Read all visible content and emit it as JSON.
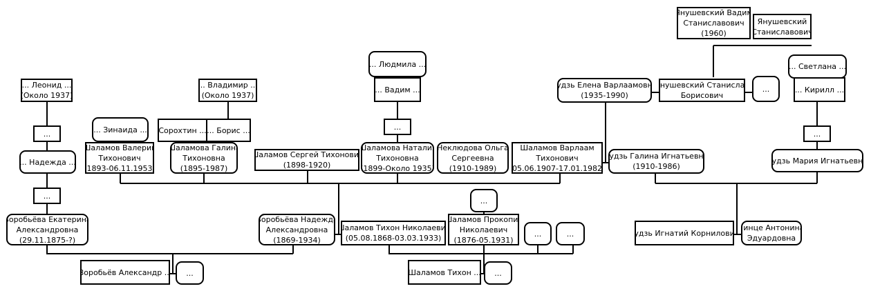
{
  "people": {
    "leonid": {
      "name": "... Леонид ...",
      "dates": "(Около 1937)"
    },
    "vladimir": {
      "name": "... Владимир ...",
      "dates": "(Около 1937)"
    },
    "lyudmila": {
      "name": "... Людмила ..."
    },
    "vadim": {
      "name": "... Вадим ..."
    },
    "yan_vadim": {
      "name1": "Янушевский Вадим",
      "name2": "Станиславович",
      "dates": "(1960)"
    },
    "yan_2": {
      "name1": "Янушевский",
      "name2": "Станиславович"
    },
    "gudz_elena": {
      "name": "Гудзь Елена Варлаамовна",
      "dates": "(1935-1990)"
    },
    "yan_stanislav": {
      "name1": "Янушевский Станислав",
      "name2": "Борисович"
    },
    "unknown_yan_wife": {
      "name": "..."
    },
    "svetlana": {
      "name": "... Светлана ..."
    },
    "kirill": {
      "name": "... Кирилл ..."
    },
    "zinaida": {
      "name": "... Зинаида ..."
    },
    "sorokhtin": {
      "name": "Сорохтин ..."
    },
    "boris": {
      "name": "... Борис ..."
    },
    "leonid_parent": {
      "name": "..."
    },
    "nadezhda": {
      "name": "... Надежда ..."
    },
    "natalia_parent": {
      "name": "..."
    },
    "kirill_child": {
      "name": "..."
    },
    "valeriy": {
      "name1": "Шаламов Валерий",
      "name2": "Тихонович",
      "dates": "(1893-06.11.1953)"
    },
    "galina_sh": {
      "name1": "Шаламова Галина",
      "name2": "Тихоновна",
      "dates": "(1895-1987)"
    },
    "sergey": {
      "name": "Шаламов Сергей Тихонович",
      "dates": "(1898-1920)"
    },
    "natalia": {
      "name1": "Шаламова Наталия",
      "name2": "Тихоновна",
      "dates": "(1899-Около 1935)"
    },
    "olga": {
      "name1": "Неклюдова Ольга",
      "name2": "Сергеевна",
      "dates": "(1910-1989)"
    },
    "varlaam": {
      "name1": "Шаламов Варлаам",
      "name2": "Тихонович",
      "dates": "(05.06.1907-17.01.1982)"
    },
    "galina_gudz": {
      "name": "Гудзь Галина Игнатьевна",
      "dates": "(1910-1986)"
    },
    "maria_gudz": {
      "name": "Гудзь Мария Игнатьевна"
    },
    "ekaterina_parent": {
      "name": "..."
    },
    "ekaterina": {
      "name1": "Воробьёва Екатерина",
      "name2": "Александровна",
      "dates": "(29.11.1875-?)"
    },
    "nadezhda_v": {
      "name1": "Воробьёва Надежда",
      "name2": "Александровна",
      "dates": "(1869-1934)"
    },
    "tikhon": {
      "name": "Шаламов Тихон Николаевич",
      "dates": "(05.08.1868-03.03.1933)"
    },
    "prokopiy_parent": {
      "name": "..."
    },
    "prokopiy": {
      "name1": "Шаламов Прокопий",
      "name2": "Николаевич",
      "dates": "(1876-05.1931)"
    },
    "tikhon_sib1": {
      "name": "..."
    },
    "tikhon_sib2": {
      "name": "..."
    },
    "ignatiy": {
      "name": "Гудзь Игнатий Корнилович"
    },
    "ginte": {
      "name1": "Гинце Антонина",
      "name2": "Эдуардовна"
    },
    "vorobyov_alex": {
      "name": "Воробьёв Александр ..."
    },
    "vorobyov_wife": {
      "name": "..."
    },
    "shalamov_tikhon_sr": {
      "name": "Шаламов Тихон ..."
    },
    "shalamov_tikhon_sr_wife": {
      "name": "..."
    }
  }
}
